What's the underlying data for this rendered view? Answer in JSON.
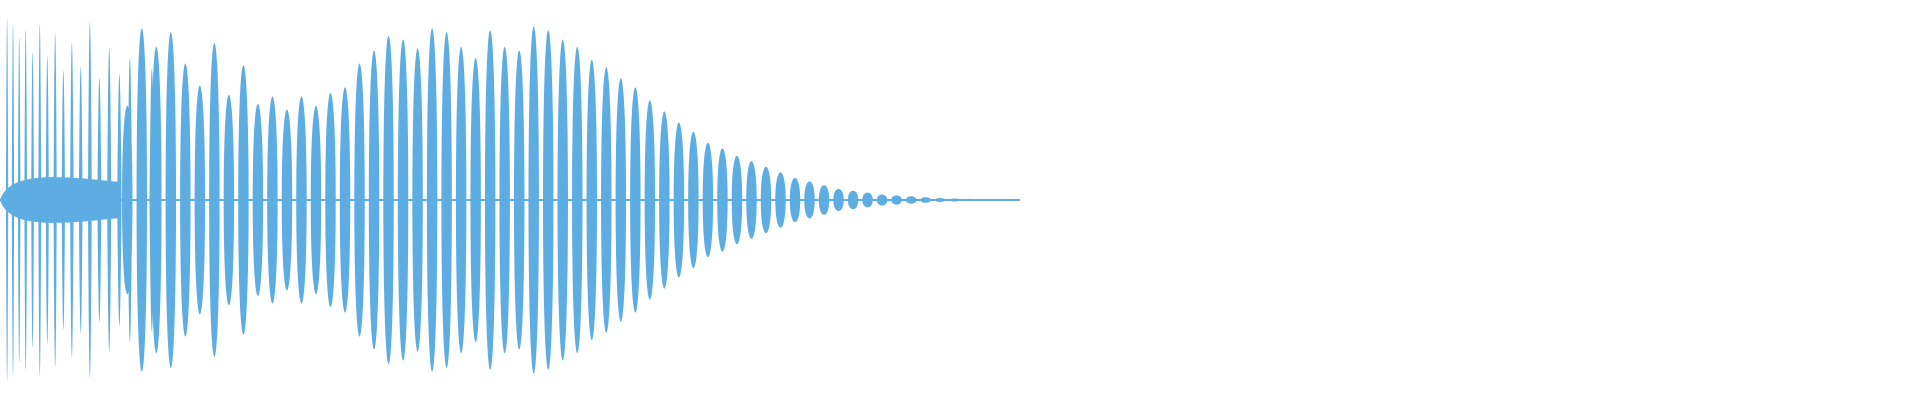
{
  "waveform": {
    "color": "#5dade2",
    "background": "#ffffff",
    "peaks": [
      0.51,
      0.93,
      0.83,
      0.91,
      0.74,
      0.62,
      0.85,
      0.57,
      0.73,
      0.52,
      0.56,
      0.49,
      0.56,
      0.51,
      0.58,
      0.61,
      0.74,
      0.81,
      0.89,
      0.87,
      0.82,
      0.93,
      0.91,
      0.83,
      0.77,
      0.92,
      0.83,
      0.81,
      0.94,
      0.92,
      0.87,
      0.83,
      0.76,
      0.72,
      0.66,
      0.61,
      0.54,
      0.48,
      0.42,
      0.37,
      0.31,
      0.28,
      0.24,
      0.21,
      0.18,
      0.15,
      0.12,
      0.1,
      0.08,
      0.06,
      0.05,
      0.04,
      0.03,
      0.025,
      0.02,
      0.015,
      0.01,
      0.008,
      0.006,
      0.004,
      0.003,
      0.002
    ],
    "dense_prefix_peaks": [
      0.98,
      0.95,
      0.88,
      0.92,
      0.8,
      0.95,
      0.78,
      0.9,
      0.7,
      0.85,
      0.72,
      0.96,
      0.66,
      0.82,
      0.68,
      0.77,
      0.64,
      0.71
    ]
  }
}
